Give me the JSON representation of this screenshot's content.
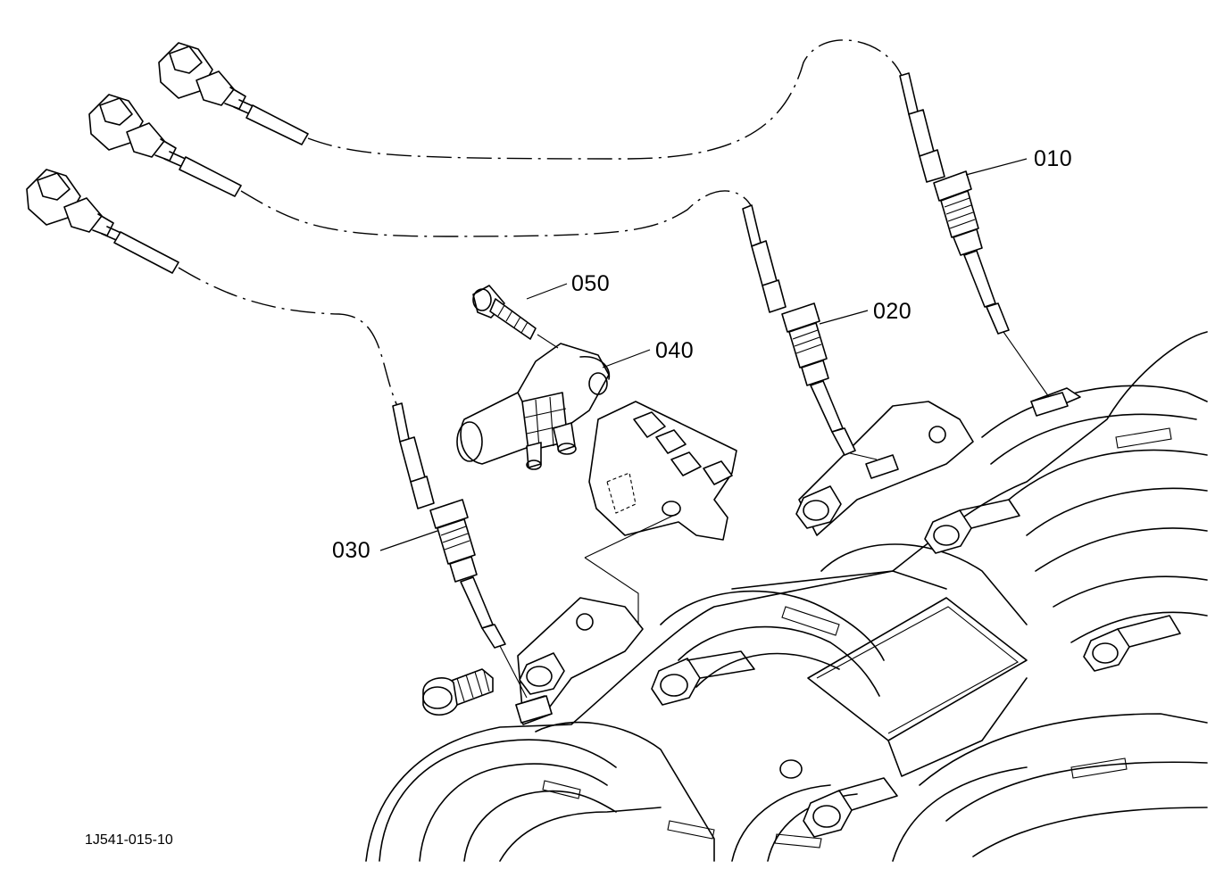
{
  "diagram": {
    "figure_code": "1J541-015-10",
    "callouts": [
      {
        "id": "010",
        "label": "010"
      },
      {
        "id": "020",
        "label": "020"
      },
      {
        "id": "030",
        "label": "030"
      },
      {
        "id": "040",
        "label": "040"
      },
      {
        "id": "050",
        "label": "050"
      }
    ]
  }
}
